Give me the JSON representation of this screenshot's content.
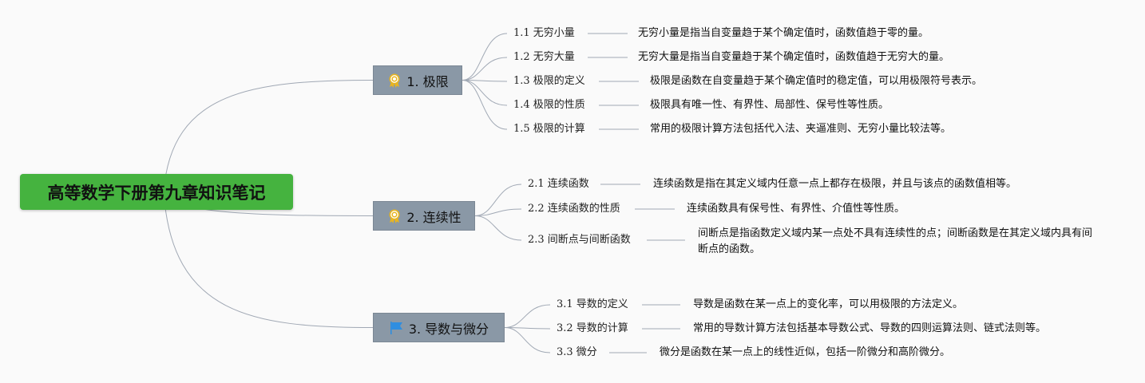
{
  "root": {
    "title": "高等数学下册第九章知识笔记",
    "color": "#45b33f"
  },
  "branches": [
    {
      "label": "1. 极限",
      "icon": "award-ribbon-icon",
      "icon_color": "#e8b520",
      "children": [
        {
          "label": "1.1 无穷小量",
          "desc": "无穷小量是指当自变量趋于某个确定值时，函数值趋于零的量。"
        },
        {
          "label": "1.2 无穷大量",
          "desc": "无穷大量是指当自变量趋于某个确定值时，函数值趋于无穷大的量。"
        },
        {
          "label": "1.3 极限的定义",
          "desc": "极限是函数在自变量趋于某个确定值时的稳定值，可以用极限符号表示。"
        },
        {
          "label": "1.4 极限的性质",
          "desc": "极限具有唯一性、有界性、局部性、保号性等性质。"
        },
        {
          "label": "1.5 极限的计算",
          "desc": "常用的极限计算方法包括代入法、夹逼准则、无穷小量比较法等。"
        }
      ]
    },
    {
      "label": "2. 连续性",
      "icon": "award-ribbon-icon",
      "icon_color": "#e8b520",
      "children": [
        {
          "label": "2.1 连续函数",
          "desc": "连续函数是指在其定义域内任意一点上都存在极限，并且与该点的函数值相等。"
        },
        {
          "label": "2.2 连续函数的性质",
          "desc": "连续函数具有保号性、有界性、介值性等性质。"
        },
        {
          "label": "2.3 间断点与间断函数",
          "desc": "间断点是指函数定义域内某一点处不具有连续性的点；间断函数是在其定义域内具有间断点的函数。"
        }
      ]
    },
    {
      "label": "3. 导数与微分",
      "icon": "flag-icon",
      "icon_color": "#2f8ee0",
      "children": [
        {
          "label": "3.1 导数的定义",
          "desc": "导数是函数在某一点上的变化率，可以用极限的方法定义。"
        },
        {
          "label": "3.2 导数的计算",
          "desc": "常用的导数计算方法包括基本导数公式、导数的四则运算法则、链式法则等。"
        },
        {
          "label": "3.3 微分",
          "desc": "微分是函数在某一点上的线性近似，包括一阶微分和高阶微分。"
        }
      ]
    }
  ],
  "colors": {
    "branch_fill": "#8a98a6",
    "connector": "#a0a8b4",
    "background": "#fafafa"
  }
}
